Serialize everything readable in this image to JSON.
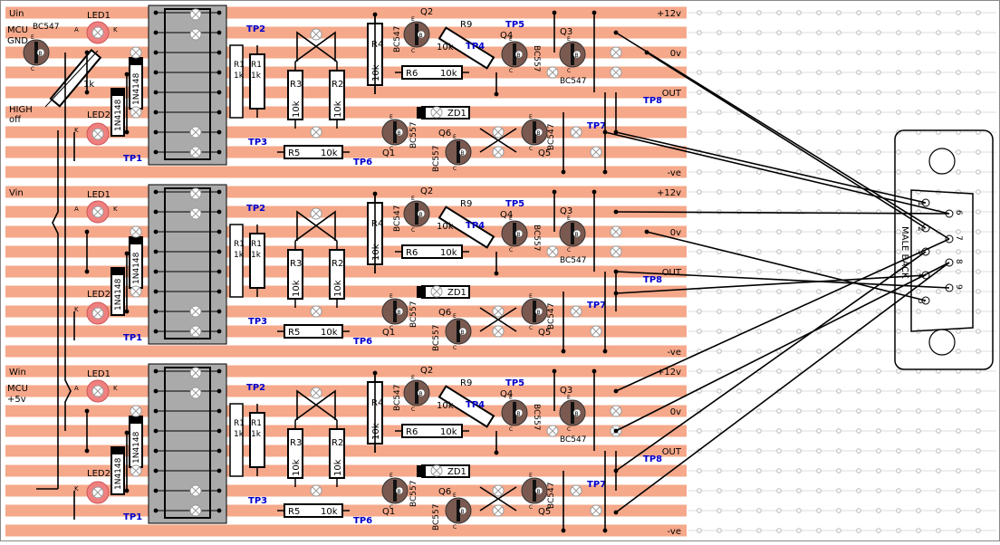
{
  "colors": {
    "strip": "#f5a88a",
    "hole": "#bbbbbb",
    "gridline": "#dddddd",
    "tp_label": "#0000cc",
    "transistor": "#7a5a50",
    "led": "#f08080",
    "wire": "#000000",
    "body_fill": "#ffffff"
  },
  "rail_labels": [
    "+12v",
    "0v",
    "OUT",
    "-ve"
  ],
  "channels": [
    {
      "input_label": "Uin",
      "side_labels": [
        "MCU",
        "GND",
        "HIGH",
        "off"
      ],
      "led1": "LED1",
      "led2": "LED2",
      "diode1": "1N4148",
      "diode2": "1N4148",
      "pot": "1k",
      "sensor": "BC547",
      "r1": "R1",
      "r1v": "1k",
      "r1b": "R1",
      "r1bv": "1k",
      "r2": "R2",
      "r2v": "10k",
      "r3": "R3",
      "r3v": "10k",
      "r4": "R4",
      "r4v": "10k",
      "r5": "R5",
      "r5v": "10k",
      "r6": "R6",
      "r6v": "10k",
      "r9": "R9",
      "r9v": "10k",
      "zd": "ZD1",
      "q1": "Q1",
      "q2": "Q2",
      "q3": "Q3",
      "q4": "Q4",
      "q5": "Q5",
      "q6": "Q6",
      "bc547": "BC547",
      "bc557": "BC557",
      "tp": [
        "TP1",
        "TP2",
        "TP3",
        "TP4",
        "TP5",
        "TP6",
        "TP7",
        "TP8"
      ]
    },
    {
      "input_label": "Vin",
      "side_labels": [
        "",
        "",
        "",
        ""
      ],
      "led1": "LED1",
      "led2": "LED2",
      "diode1": "1N4148",
      "diode2": "1N4148",
      "pot": "",
      "sensor": "",
      "r1": "R1",
      "r1v": "1k",
      "r1b": "R1",
      "r1bv": "1k",
      "r2": "R2",
      "r2v": "10k",
      "r3": "R3",
      "r3v": "10k",
      "r4": "R4",
      "r4v": "10k",
      "r5": "R5",
      "r5v": "10k",
      "r6": "R6",
      "r6v": "10k",
      "r9": "R9",
      "r9v": "10k",
      "zd": "ZD1",
      "q1": "Q1",
      "q2": "Q2",
      "q3": "Q3",
      "q4": "Q4",
      "q5": "Q5",
      "q6": "Q6",
      "bc547": "BC547",
      "bc557": "BC557",
      "tp": [
        "TP1",
        "TP2",
        "TP3",
        "TP4",
        "TP5",
        "TP6",
        "TP7",
        "TP8"
      ]
    },
    {
      "input_label": "Win",
      "side_labels": [
        "MCU",
        "+5v",
        "",
        ""
      ],
      "led1": "LED1",
      "led2": "LED2",
      "diode1": "1N4148",
      "diode2": "1N4148",
      "pot": "",
      "sensor": "",
      "r1": "R1",
      "r1v": "1k",
      "r1b": "R1",
      "r1bv": "1k",
      "r2": "R2",
      "r2v": "10k",
      "r3": "R3",
      "r3v": "10k",
      "r4": "R4",
      "r4v": "10k",
      "r5": "R5",
      "r5v": "10k",
      "r6": "R6",
      "r6v": "10k",
      "r9": "R9",
      "r9v": "10k",
      "zd": "ZD1",
      "q1": "Q1",
      "q2": "Q2",
      "q3": "Q3",
      "q4": "Q4",
      "q5": "Q5",
      "q6": "Q6",
      "bc547": "BC547",
      "bc557": "BC557",
      "tp": [
        "TP1",
        "TP2",
        "TP3",
        "TP4",
        "TP5",
        "TP6",
        "TP7",
        "TP8"
      ]
    }
  ],
  "connector": {
    "label": "MALE BACK",
    "pins": [
      "1",
      "2",
      "3",
      "4",
      "5",
      "6",
      "7",
      "8",
      "9"
    ]
  }
}
